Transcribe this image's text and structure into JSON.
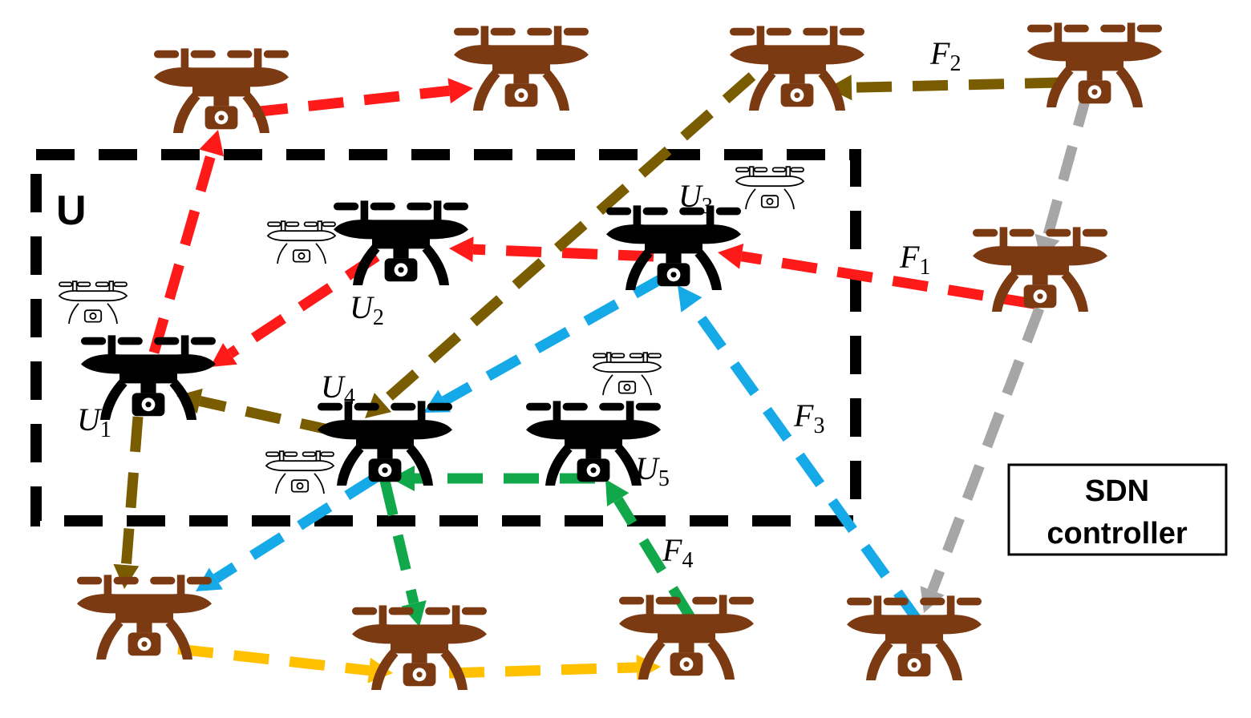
{
  "region": {
    "label": "U"
  },
  "uav_labels": [
    {
      "id": "U1",
      "base": "U",
      "sub": "1"
    },
    {
      "id": "U2",
      "base": "U",
      "sub": "2"
    },
    {
      "id": "U3",
      "base": "U",
      "sub": "3"
    },
    {
      "id": "U4",
      "base": "U",
      "sub": "4"
    },
    {
      "id": "U5",
      "base": "U",
      "sub": "5"
    }
  ],
  "flow_labels": [
    {
      "id": "F1",
      "base": "F",
      "sub": "1"
    },
    {
      "id": "F2",
      "base": "F",
      "sub": "2"
    },
    {
      "id": "F3",
      "base": "F",
      "sub": "3"
    },
    {
      "id": "F4",
      "base": "F",
      "sub": "4"
    }
  ],
  "controller": {
    "line1": "SDN",
    "line2": "controller"
  },
  "colors": {
    "relay_drone": "#7b3a12",
    "cluster_drone": "#000000",
    "small_drone": "#ffffff",
    "flow_F1": "#ff1a1a",
    "flow_F2": "#7a5c00",
    "flow_F3": "#16a9e8",
    "flow_F4": "#10a84a",
    "flow_yellow": "#ffc000",
    "flow_grey": "#a6a6a6"
  }
}
